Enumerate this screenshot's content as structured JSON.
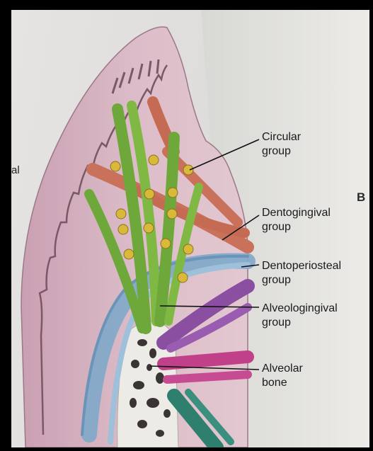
{
  "labels": {
    "circular": [
      "Circular",
      "group"
    ],
    "dentogingival": [
      "Dentogingival",
      "group"
    ],
    "dentoperiosteal": [
      "Dentoperiosteal",
      "group"
    ],
    "alveologingival": [
      "Alveologingival",
      "group"
    ],
    "alveolar_bone": [
      "Alveolar",
      "bone"
    ]
  },
  "side_letter": "B",
  "left_fragment": "al",
  "colors": {
    "gingiva": "#d8b3c0",
    "epithelium": "#8f6a7a",
    "circular_fibers": "#d8b93a",
    "dentogingival_fibers": "#c9715a",
    "dentoperiosteal_fibers": "#7fa8c9",
    "alveologingival_fibers": "#6fa83a",
    "transseptal_purple": "#8a4fa0",
    "transseptal_magenta": "#c0408a",
    "teal_fibers": "#2f7f6f",
    "bone": "#eceae6",
    "tooth": "#e3e3df"
  }
}
